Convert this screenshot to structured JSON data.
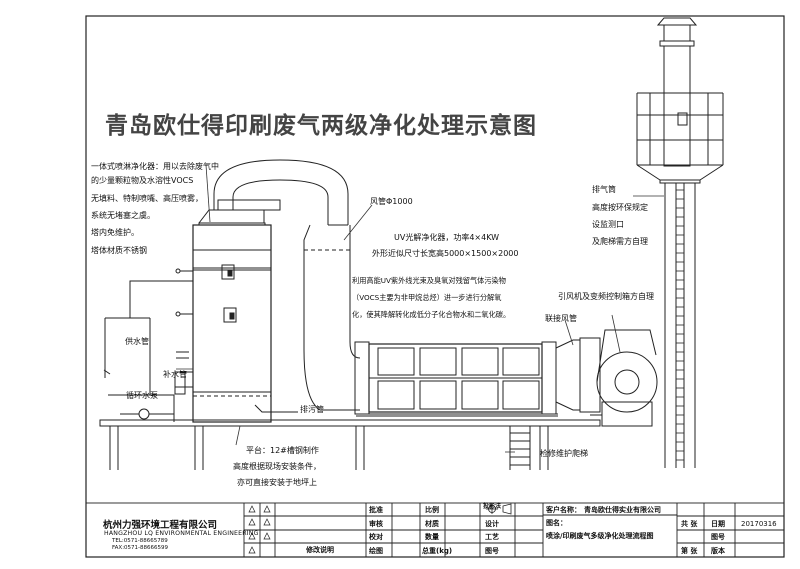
{
  "title": "青岛欧仕得印刷废气两级净化处理示意图",
  "annotations": {
    "spray_tower": [
      "一体式喷淋净化器：用以去除废气中",
      "的少量颗粒物及水溶性VOCS",
      "无填料、特制喷嘴、高压喷雾，",
      "系统无堵塞之虞。",
      "塔内免维护。",
      "塔体材质不锈钢"
    ],
    "duct": "风管Φ1000",
    "uv_unit": [
      "UV光解净化器，功率4×4KW",
      "外形近似尺寸长宽高5000×1500×2000"
    ],
    "uv_description": [
      "利用高能UV紫外线光束及臭氧对残留气体污染物",
      "（VOCS主要为非甲烷总烃）进一步进行分解氧",
      "化，使其降解转化成低分子化合物水和二氧化碳。"
    ],
    "connection_duct": "联接风管",
    "fan": "引风机及变频控制箱方自理",
    "exhaust": [
      "排气筒",
      "高度按环保规定",
      "设监测口",
      "及爬梯需方自理"
    ],
    "water_supply": "供水管",
    "water_level": "补水管",
    "pump": "循环水泵",
    "drain": "排污管",
    "platform": [
      "平台：12#槽钢制作",
      "高度根据现场安装条件，",
      "亦可直接安装于地坪上"
    ],
    "ladder": "检修维护爬梯"
  },
  "title_block": {
    "company_cn": "杭州力强环境工程有限公司",
    "company_en": "HANGZHOU LQ ENVIRONMENTAL ENGINEERING",
    "phone": "TEL:0571-88665789",
    "fax": "FAX:0571-88666599",
    "revision_label": "修改说明",
    "approve": "批准",
    "review": "审核",
    "check": "校对",
    "draw": "绘图",
    "ratio": "比例",
    "material": "材质",
    "quantity": "数量",
    "weight": "总重(kg)",
    "projection": "投影法",
    "design": "设计",
    "craft": "工艺",
    "drawing_no_label": "图号",
    "customer_label": "客户名称：",
    "customer_name": "青岛欧仕得实业有限公司",
    "drawing_name_label": "图名：",
    "drawing_name": "喷涂/印刷废气多级净化处理流程图",
    "total_sheets": "共  张",
    "sheet_no": "第  张",
    "date_label": "日期",
    "date": "20170316",
    "drawing_code_label": "图号",
    "version_label": "版本"
  }
}
